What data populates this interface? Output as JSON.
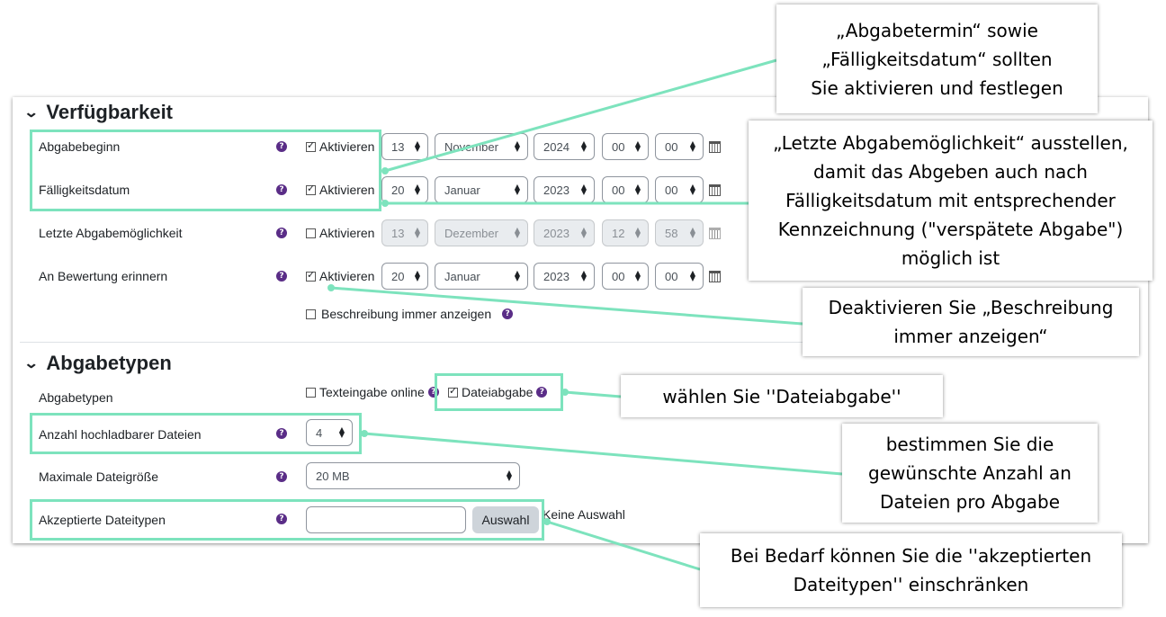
{
  "sections": {
    "verfuegbarkeit": "Verfügbarkeit",
    "abgabetypen": "Abgabetypen"
  },
  "rows": {
    "abgabebeginn": {
      "label": "Abgabebeginn",
      "checkbox": "Aktivieren",
      "checked": true,
      "day": "13",
      "month": "November",
      "year": "2024",
      "hour": "00",
      "minute": "00"
    },
    "faelligkeitsdatum": {
      "label": "Fälligkeitsdatum",
      "checkbox": "Aktivieren",
      "checked": true,
      "day": "20",
      "month": "Januar",
      "year": "2023",
      "hour": "00",
      "minute": "00"
    },
    "letzte_abgabe": {
      "label": "Letzte Abgabemöglichkeit",
      "checkbox": "Aktivieren",
      "checked": false,
      "day": "13",
      "month": "Dezember",
      "year": "2023",
      "hour": "12",
      "minute": "58"
    },
    "bewertung_erinnern": {
      "label": "An Bewertung erinnern",
      "checkbox": "Aktivieren",
      "checked": true,
      "day": "20",
      "month": "Januar",
      "year": "2023",
      "hour": "00",
      "minute": "00"
    },
    "beschreibung": {
      "label": "Beschreibung immer anzeigen",
      "checked": false
    },
    "abgabetypen": {
      "label": "Abgabetypen",
      "option_text": "Texteingabe online",
      "option_text_checked": false,
      "option_file": "Dateiabgabe",
      "option_file_checked": true
    },
    "anzahl_dateien": {
      "label": "Anzahl hochladbarer Dateien",
      "value": "4"
    },
    "max_dateigroesse": {
      "label": "Maximale Dateigröße",
      "value": "20 MB"
    },
    "dateitypen": {
      "label": "Akzeptierte Dateitypen",
      "input_value": "",
      "button": "Auswahl",
      "note": "Keine Auswahl"
    }
  },
  "callouts": {
    "c1": "„Abgabetermin“ sowie\n„Fälligkeitsdatum“ sollten\nSie aktivieren und festlegen",
    "c2": "„Letzte Abgabemöglichkeit“  ausstellen,\ndamit das Abgeben auch nach\nFälligkeitsdatum mit entsprechender\nKennzeichnung (\"verspätete Abgabe\")\nmöglich ist",
    "c3": "Deaktivieren Sie „Beschreibung\nimmer anzeigen“",
    "c4": "wählen Sie ''Dateiabgabe''",
    "c5": "bestimmen Sie die\ngewünschte Anzahl an\nDateien pro Abgabe",
    "c6": "Bei Bedarf können Sie die ''akzeptierten\nDateitypen''  einschränken"
  },
  "colors": {
    "highlight": "#7de3bd",
    "help_icon": "#5a2d87",
    "button_bg": "#ced4da"
  },
  "icons": {
    "help": "question-circle-icon",
    "calendar": "calendar-icon",
    "chevron": "chevron-down-icon"
  }
}
